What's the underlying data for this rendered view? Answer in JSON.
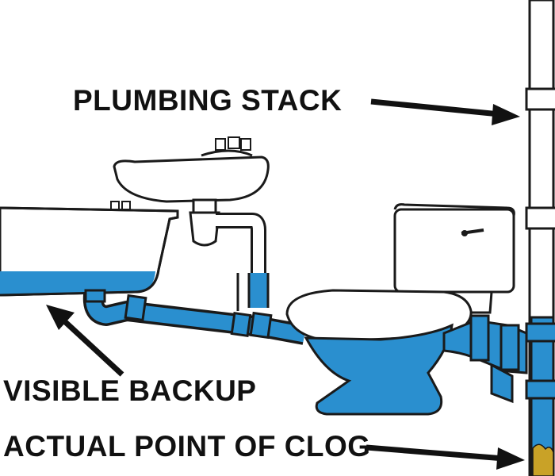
{
  "labels": {
    "plumbing_stack": "PLUMBING STACK",
    "visible_backup": "VISIBLE BACKUP",
    "actual_point_of_clog": "ACTUAL POINT OF CLOG"
  },
  "colors": {
    "water": "#2a8fcf",
    "outline": "#1a1a1a",
    "fixture": "#ffffff",
    "clog": "#c9a227"
  }
}
